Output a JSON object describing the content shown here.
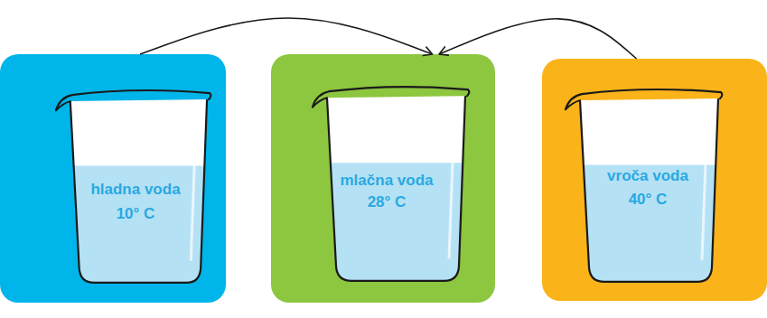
{
  "diagram": {
    "nodes": [
      {
        "text": [
          "hladna voda",
          "10° C"
        ]
      },
      {
        "text": [
          "mlačna voda",
          "28° C"
        ]
      },
      {
        "text": [
          "vroča voda",
          "40° C"
        ]
      }
    ],
    "edges": [
      {
        "from": 0,
        "to": 1,
        "arrow": "to"
      },
      {
        "from": 2,
        "to": 1,
        "arrow": "to"
      }
    ]
  }
}
